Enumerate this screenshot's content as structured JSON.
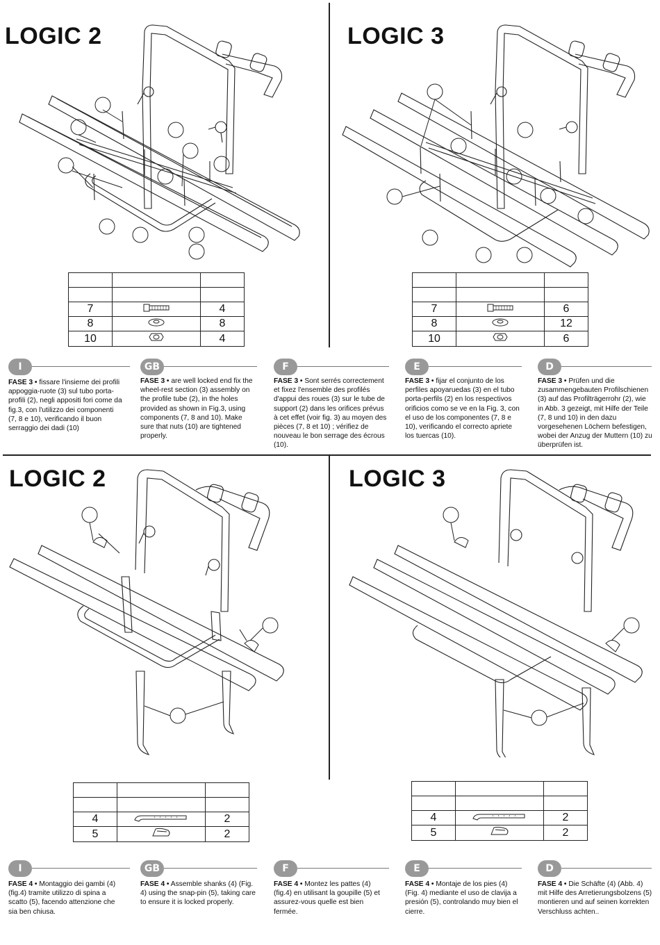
{
  "panels": {
    "top_left": {
      "title": "LOGIC 2"
    },
    "top_right": {
      "title": "LOGIC 3"
    },
    "bottom_left": {
      "title": "LOGIC 2"
    },
    "bottom_right": {
      "title": "LOGIC 3"
    }
  },
  "tables": {
    "top_left": {
      "rows": [
        {
          "num": "7",
          "icon": "bolt-icon",
          "qty": "4"
        },
        {
          "num": "8",
          "icon": "washer-icon",
          "qty": "8"
        },
        {
          "num": "10",
          "icon": "nut-icon",
          "qty": "4"
        }
      ]
    },
    "top_right": {
      "rows": [
        {
          "num": "7",
          "icon": "bolt-icon",
          "qty": "6"
        },
        {
          "num": "8",
          "icon": "washer-icon",
          "qty": "12"
        },
        {
          "num": "10",
          "icon": "nut-icon",
          "qty": "6"
        }
      ]
    },
    "bottom_left": {
      "rows": [
        {
          "num": "4",
          "icon": "shank-icon",
          "qty": "2"
        },
        {
          "num": "5",
          "icon": "snap-pin-icon",
          "qty": "2"
        }
      ]
    },
    "bottom_right": {
      "rows": [
        {
          "num": "4",
          "icon": "shank-icon",
          "qty": "2"
        },
        {
          "num": "5",
          "icon": "snap-pin-icon",
          "qty": "2"
        }
      ]
    }
  },
  "languages": {
    "it": {
      "badge": "I"
    },
    "gb": {
      "badge": "GB"
    },
    "fr": {
      "badge": "F"
    },
    "es": {
      "badge": "E"
    },
    "de": {
      "badge": "D"
    }
  },
  "phase3": {
    "it": {
      "label": "FASE 3 •",
      "text": " fissare l'insieme dei profili appoggia-ruote (3) sul tubo porta-profili (2), negli appositi fori come da fig.3, con l'utilizzo dei componenti (7, 8 e 10), verificando il buon serraggio dei dadi (10)"
    },
    "gb": {
      "label": "FASE 3 •",
      "text": " are well locked end fix the wheel-rest section (3) assembly on the profile tube (2), in the holes provided as shown in Fig.3, using components (7, 8 and 10). Make sure that nuts (10) are tightened properly."
    },
    "fr": {
      "label": "FASE 3 •",
      "text": " Sont serrés correctement et fixez l'ensemble des profilés d'appui des roues (3) sur le tube de support (2) dans les orifices prévus à cet effet (voir fig. 3) au moyen des pièces (7, 8 et 10) ; vérifiez de nouveau le bon serrage des écrous (10)."
    },
    "es": {
      "label": "FASE 3 •",
      "text": " fijar el conjunto de los perfiles apoyaruedas (3) en el tubo porta-perfils (2) en los respectivos orificios como se ve en la Fig. 3, con el uso de los componentes (7, 8 e 10), verificando el correcto apriete los tuercas (10)."
    },
    "de": {
      "label": "FASE 3 •",
      "text": " Prüfen und die zusammengebauten Profilschienen (3) auf das Profilträgerrohr (2), wie in Abb. 3 gezeigt, mit Hilfe der Teile (7, 8 und 10) in den dazu vorgesehenen Löchern befestigen, wobei der Anzug der Muttern (10) zu überprüfen ist."
    }
  },
  "phase4": {
    "it": {
      "label": "FASE 4 •",
      "text": " Montaggio dei gambi (4)(fig.4) tramite utilizzo di spina a scatto (5), facendo attenzione che sia ben chiusa."
    },
    "gb": {
      "label": "FASE 4 •",
      "text": " Assemble shanks (4) (Fig. 4) using the snap-pin (5), taking care to ensure it is locked properly."
    },
    "fr": {
      "label": "FASE 4 •",
      "text": " Montez les pattes (4) (fig.4) en utilisant la goupille (5) et assurez-vous quelle est bien fermée."
    },
    "es": {
      "label": "FASE 4 •",
      "text": " Montaje de los pies (4) (Fig. 4) mediante el uso de clavija a presión (5), controlando muy bien el cierre."
    },
    "de": {
      "label": "FASE 4 •",
      "text": " Die Schäfte (4) (Abb. 4) mit Hilfe des Arretierungsbolzens (5) montieren und auf seinen korrekten Verschluss achten.."
    }
  }
}
